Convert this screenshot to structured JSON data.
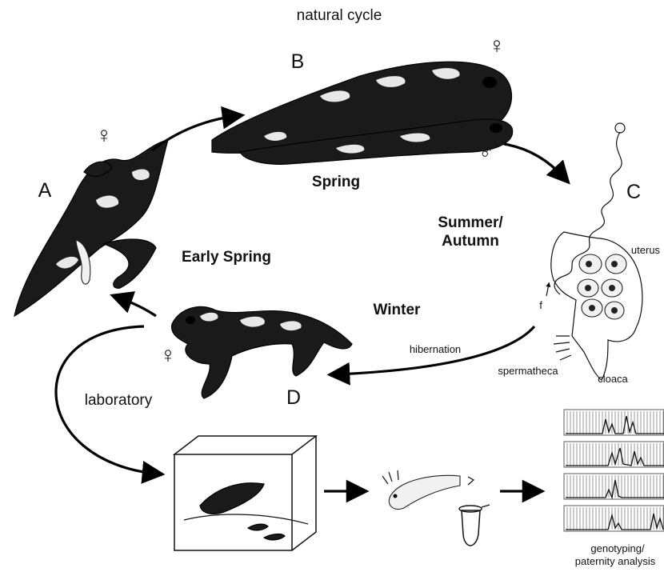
{
  "header": {
    "title": "natural cycle"
  },
  "stages": {
    "A": {
      "letter": "A",
      "symbol": "♀"
    },
    "B": {
      "letter": "B",
      "symbol_top": "♀",
      "symbol_bottom": "♂"
    },
    "C": {
      "letter": "C"
    },
    "D": {
      "letter": "D",
      "symbol": "♀"
    }
  },
  "seasons": {
    "spring": "Spring",
    "summer_line1": "Summer/",
    "summer_line2": "Autumn",
    "early_spring": "Early Spring",
    "winter": "Winter"
  },
  "annotations": {
    "hibernation": "hibernation",
    "laboratory": "laboratory",
    "uterus": "uterus",
    "spermatheca": "spermatheca",
    "cloaca": "cloaca",
    "f": "f"
  },
  "analysis": {
    "caption_line1": "genotyping/",
    "caption_line2": "paternity analysis"
  },
  "colors": {
    "ink": "#111111",
    "spot": "#e8e8e8",
    "background": "#ffffff"
  },
  "icons": [
    "female-symbol",
    "male-symbol",
    "arrow-icon",
    "aquarium-icon",
    "larva-icon",
    "tube-icon"
  ]
}
